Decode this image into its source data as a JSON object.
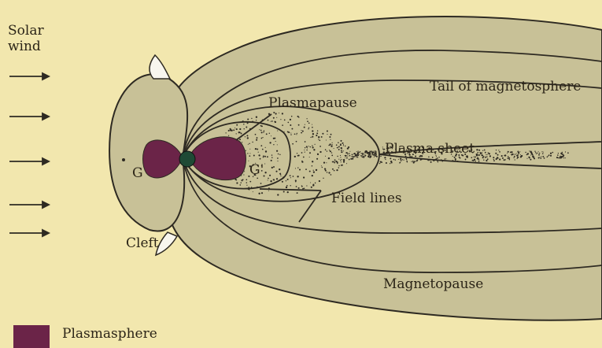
{
  "labels": {
    "solar_wind": [
      "Solar",
      "wind"
    ],
    "tail": "Tail of magnetosphere",
    "plasmapause": "Plasmapause",
    "plasma_sheet": "Plasma sheet",
    "field_lines": "Field lines",
    "cleft": "Cleft",
    "magnetopause": "Magnetopause",
    "g_left": "G",
    "g_right": "G'"
  },
  "legend": {
    "label": "Plasmasphere",
    "color": "#6b2448"
  },
  "colors": {
    "background": "#f2e7ae",
    "magnetosphere": "#c8c197",
    "outline": "#2e2a22",
    "plasmasphere": "#6b2448",
    "earth": "#1f4a35",
    "cleft": "#f8f6ee"
  }
}
